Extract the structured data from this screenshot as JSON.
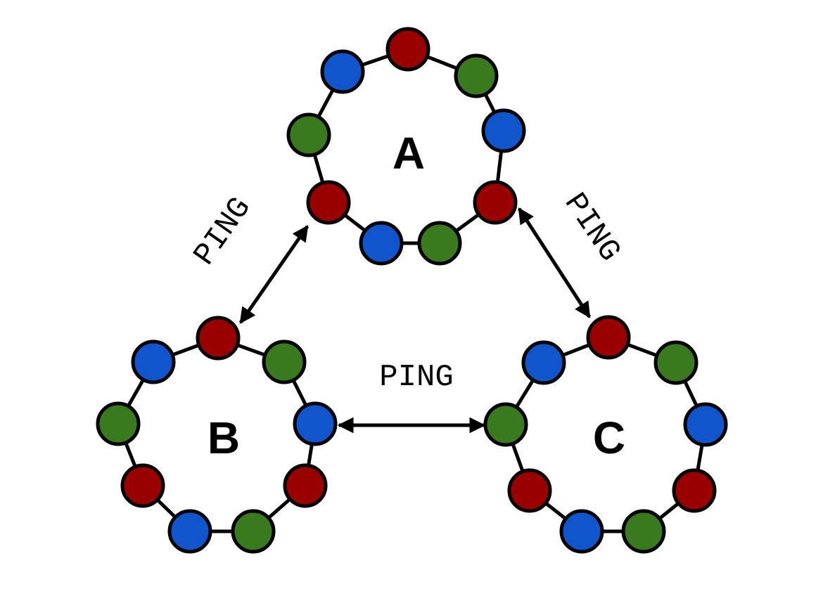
{
  "colors": {
    "red": "#990000",
    "green": "#3a7a1e",
    "blue": "#1155cc",
    "outline": "#000000"
  },
  "rings": [
    {
      "id": "A",
      "label": "A",
      "nodes": [
        "red",
        "green",
        "blue",
        "red",
        "green",
        "blue",
        "red",
        "green",
        "blue"
      ]
    },
    {
      "id": "B",
      "label": "B",
      "nodes": [
        "red",
        "green",
        "blue",
        "red",
        "green",
        "blue",
        "red",
        "green",
        "blue"
      ]
    },
    {
      "id": "C",
      "label": "C",
      "nodes": [
        "red",
        "green",
        "blue",
        "red",
        "green",
        "blue",
        "red",
        "green",
        "blue"
      ]
    }
  ],
  "links": [
    {
      "id": "A-B",
      "from": "A",
      "to": "B",
      "label": "PING"
    },
    {
      "id": "A-C",
      "from": "A",
      "to": "C",
      "label": "PING"
    },
    {
      "id": "B-C",
      "from": "B",
      "to": "C",
      "label": "PING"
    }
  ]
}
